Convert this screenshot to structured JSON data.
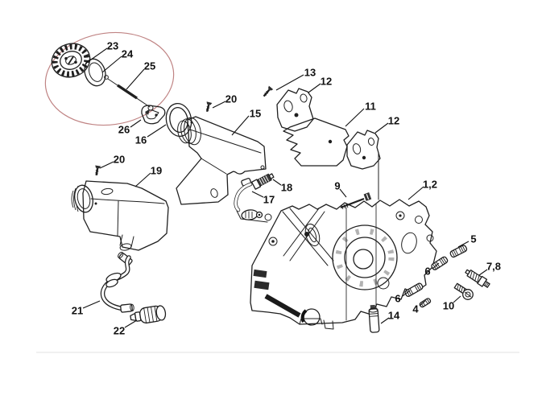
{
  "diagram": {
    "kind": "exploded-parts-diagram",
    "colors": {
      "line": "#1f1f1f",
      "highlight_ellipse": "#c08484",
      "divider": "#ececec",
      "background": "#ffffff"
    },
    "highlight": {
      "shape": "ellipse",
      "encircled_labels": [
        "23",
        "24",
        "25",
        "26"
      ]
    },
    "callouts": [
      {
        "label": "23",
        "ref": "fuel-cap"
      },
      {
        "label": "24",
        "ref": "cap-washer"
      },
      {
        "label": "25",
        "ref": "cap-retainer-strap"
      },
      {
        "label": "26",
        "ref": "cap-retainer"
      },
      {
        "label": "16",
        "ref": "sealing-ring"
      },
      {
        "label": "20",
        "ref": "screw-top"
      },
      {
        "label": "15",
        "ref": "shroud-housing"
      },
      {
        "label": "13",
        "ref": "screw-bracket"
      },
      {
        "label": "12",
        "ref": "bracket-left"
      },
      {
        "label": "11",
        "ref": "shield-plate"
      },
      {
        "label": "12",
        "ref": "bracket-right"
      },
      {
        "label": "20",
        "ref": "screw-tank"
      },
      {
        "label": "19",
        "ref": "fuel-tank"
      },
      {
        "label": "9",
        "ref": "bolt"
      },
      {
        "label": "1,2",
        "ref": "crankcase-assembly"
      },
      {
        "label": "18",
        "ref": "threaded-connector"
      },
      {
        "label": "17",
        "ref": "suction-hose-pickup"
      },
      {
        "label": "5",
        "ref": "stud"
      },
      {
        "label": "6",
        "ref": "stud-upper"
      },
      {
        "label": "7,8",
        "ref": "screw-spring-washer"
      },
      {
        "label": "6",
        "ref": "stud-lower"
      },
      {
        "label": "4",
        "ref": "pin"
      },
      {
        "label": "10",
        "ref": "screw-pan-head"
      },
      {
        "label": "14",
        "ref": "sleeve-pin"
      },
      {
        "label": "21",
        "ref": "fuel-hose"
      },
      {
        "label": "22",
        "ref": "fuel-filter"
      }
    ]
  }
}
